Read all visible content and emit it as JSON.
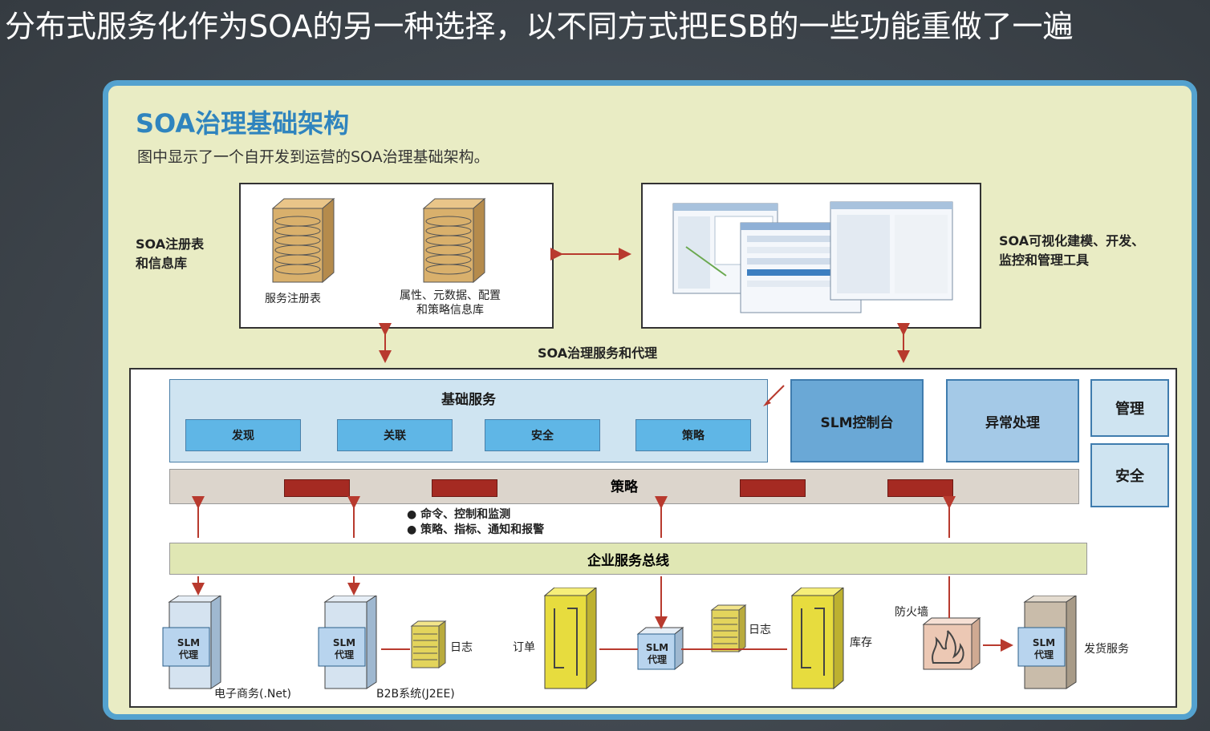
{
  "heading": "分布式服务化作为SOA的另一种选择，以不同方式把ESB的一些功能重做了一遍",
  "diagram": {
    "title": "SOA治理基础架构",
    "subtitle": "图中显示了一个自开发到运营的SOA治理基础架构。",
    "registry_label": [
      "SOA注册表",
      "和信息库"
    ],
    "tools_label": [
      "SOA可视化建模、开发、",
      "监控和管理工具"
    ],
    "registry_items": {
      "service_registry": "服务注册表",
      "attributes": [
        "属性、元数据、配置",
        "和策略信息库"
      ]
    },
    "governance_label": "SOA治理服务和代理",
    "basic_services": {
      "title": "基础服务",
      "items": [
        "发现",
        "关联",
        "安全",
        "策略"
      ]
    },
    "slm_console": "SLM控制台",
    "exception_handling": "异常处理",
    "side": {
      "management": "管理",
      "security": "安全"
    },
    "policy_bar": "策略",
    "bullets": [
      "命令、控制和监测",
      "策略、指标、通知和报警"
    ],
    "esb": "企业服务总线",
    "slm_agent": [
      "SLM",
      "代理"
    ],
    "nodes": {
      "ecommerce": "电子商务(.Net)",
      "b2b": "B2B系统(J2EE)",
      "log": "日志",
      "order": "订单",
      "inventory": "库存",
      "firewall": "防火墙",
      "shipping": "发货服务"
    },
    "colors": {
      "panel_bg": "#e9ecc4",
      "panel_border": "#54a2cf",
      "title": "#2f84be",
      "arrow": "#b83a2e",
      "policy_block": "#a52a22"
    }
  }
}
